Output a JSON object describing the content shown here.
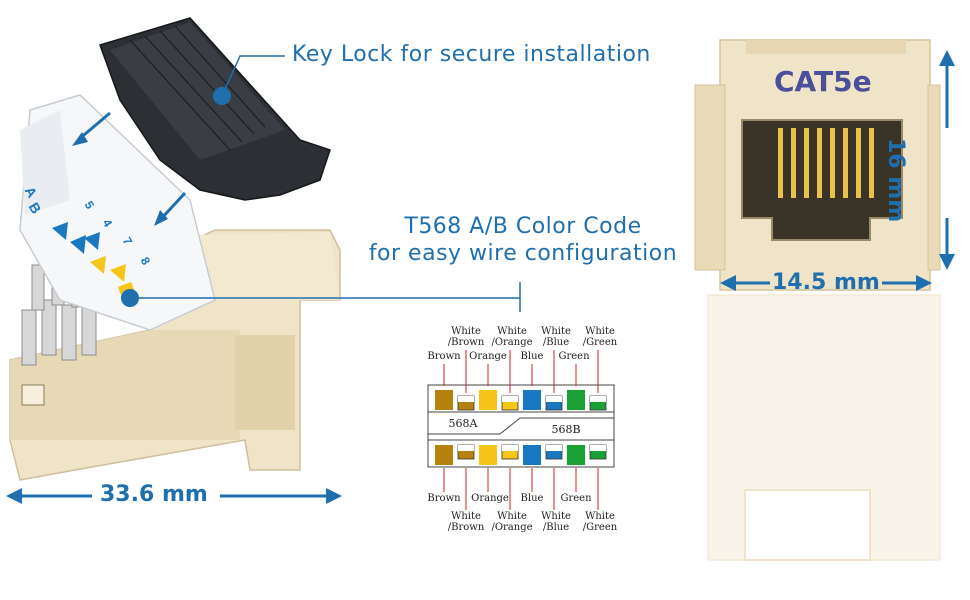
{
  "callouts": {
    "key_lock": "Key Lock for secure installation",
    "color_code_line1": "T568 A/B Color Code",
    "color_code_line2": "for easy wire configuration"
  },
  "dimensions": {
    "length": "33.6 mm",
    "width": "14.5 mm",
    "height": "16 mm"
  },
  "jack_label": "CAT5e",
  "side_labels": {
    "a": "A",
    "b": "B",
    "pins": [
      "5",
      "4",
      "7",
      "8"
    ]
  },
  "wiring": {
    "label_568a": "568A",
    "label_568b": "568B",
    "top_row1": [
      "White\n/Brown",
      "White\n/Orange",
      "White\n/Blue",
      "White\n/Green"
    ],
    "top_row2": [
      "Brown",
      "Orange",
      "Blue",
      "Green"
    ],
    "bottom_row1": [
      "Brown",
      "Orange",
      "Blue",
      "Green"
    ],
    "bottom_row2": [
      "White\n/Brown",
      "White\n/Orange",
      "White\n/Blue",
      "White\n/Green"
    ],
    "colors": {
      "brown": "#b5820f",
      "orange": "#f5c518",
      "blue": "#1a78c2",
      "green": "#1aa034",
      "accent": "#1f6fae",
      "jack": "#efe3c8"
    }
  }
}
